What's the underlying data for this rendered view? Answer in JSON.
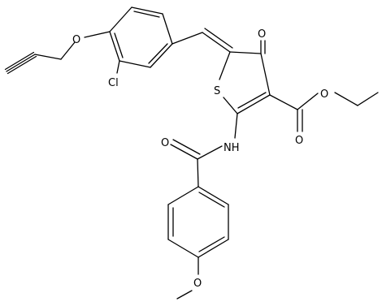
{
  "molecule": {
    "atom_labels": {
      "O_ether": "O",
      "Cl": "Cl",
      "S": "S",
      "O_ketone": "O",
      "O_ester_single": "O",
      "O_ester_double": "O",
      "NH": "NH",
      "O_amide": "O",
      "O_methoxy": "O"
    },
    "colors": {
      "bond": "#000000",
      "label": "#000000",
      "background": "#ffffff"
    }
  }
}
